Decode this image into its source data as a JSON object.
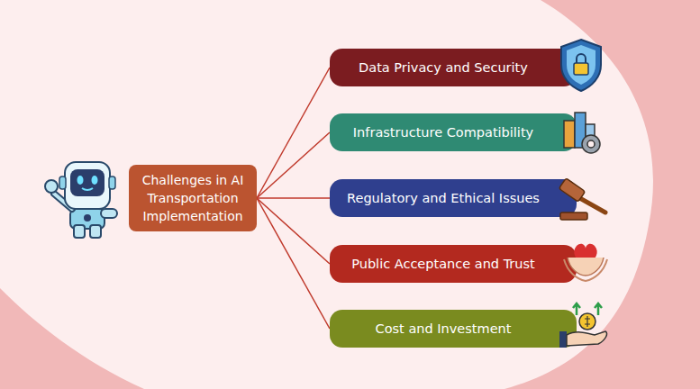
{
  "diagram": {
    "nodes": [
      {
        "text": [
          "Challenges in AI Transportation Implementation"
        ]
      },
      {
        "text": [
          "Data Privacy and Security"
        ]
      },
      {
        "text": [
          "Infrastructure Compatibility"
        ]
      },
      {
        "text": [
          "Regulatory and Ethical Issues"
        ]
      },
      {
        "text": [
          "Public Acceptance and Trust"
        ]
      },
      {
        "text": [
          "Cost and Investment"
        ]
      }
    ],
    "edges": [
      {
        "from": 0,
        "to": 1,
        "arrow": "none"
      },
      {
        "from": 0,
        "to": 2,
        "arrow": "none"
      },
      {
        "from": 0,
        "to": 3,
        "arrow": "none"
      },
      {
        "from": 0,
        "to": 4,
        "arrow": "none"
      },
      {
        "from": 0,
        "to": 5,
        "arrow": "none"
      }
    ]
  }
}
